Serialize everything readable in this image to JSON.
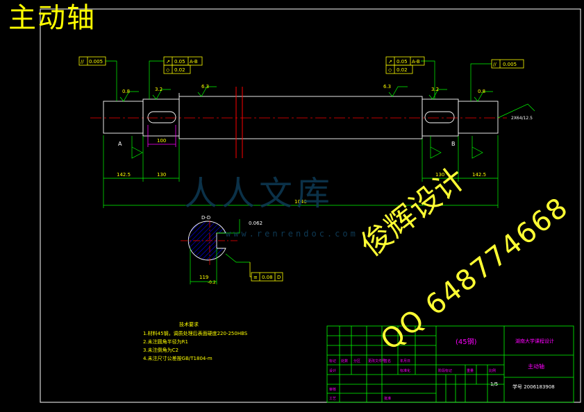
{
  "drawing": {
    "title": "主动轴",
    "surface_roughness": [
      "0.8",
      "3.2",
      "6.3",
      "6.3",
      "3.2",
      "0.8"
    ],
    "tolerance_frames": [
      {
        "symbol": "//",
        "value": "0.005"
      },
      {
        "symbol": "↗",
        "value": "0.05",
        "datum": "A-B"
      },
      {
        "symbol": "◇",
        "value": "0.02"
      },
      {
        "symbol": "↗",
        "value": "0.05",
        "datum": "A-B"
      },
      {
        "symbol": "◇",
        "value": "0.02"
      },
      {
        "symbol": "//",
        "value": "0.005"
      }
    ],
    "dimensions": {
      "seg_left_end": "142.5",
      "seg_left_key": "130",
      "seg_right_key": "130",
      "seg_right_end": "142.5",
      "overall_length": "1040",
      "keyway_length": "100",
      "chamfer": "2X64/12.5",
      "section_width": "119",
      "section_width_tol": "-0.2",
      "key_width": "0.062",
      "section_sym_value": "0.08",
      "section_sym_datum": "D",
      "section_label": "D-D"
    },
    "datum_labels": [
      "A",
      "B",
      "D"
    ]
  },
  "tech_notes": {
    "heading": "技术要求",
    "items": [
      "1.材料45钢，调质处理后表面硬度220-250HBS",
      "2.未注圆角半径为R1",
      "3.未注倒角为C2",
      "4.未注尺寸公差按GB/T1804-m"
    ]
  },
  "title_block": {
    "material": "(45钢)",
    "school": "湖南大学课程设计",
    "part_name": "主动轴",
    "scale": "1/5",
    "student_no": "学号 2006183908",
    "cells": [
      "标记",
      "处数",
      "分区",
      "更改文件号",
      "签名",
      "年月日",
      "设计",
      "标准化",
      "审核",
      "工艺",
      "批准",
      "阶段标记",
      "重量",
      "比例"
    ]
  },
  "watermarks": {
    "site": "人人文库",
    "url": "www.renrendoc.com",
    "ad_line1": "俊辉设计",
    "ad_line2": "QQ 648774668"
  },
  "colors": {
    "background": "#000000",
    "frame": "#ffffff",
    "dimension": "#00ff00",
    "center_line": "#ff0000",
    "text": "#ffff00",
    "keyway": "#ff00ff",
    "hatch": "#0000ff"
  }
}
